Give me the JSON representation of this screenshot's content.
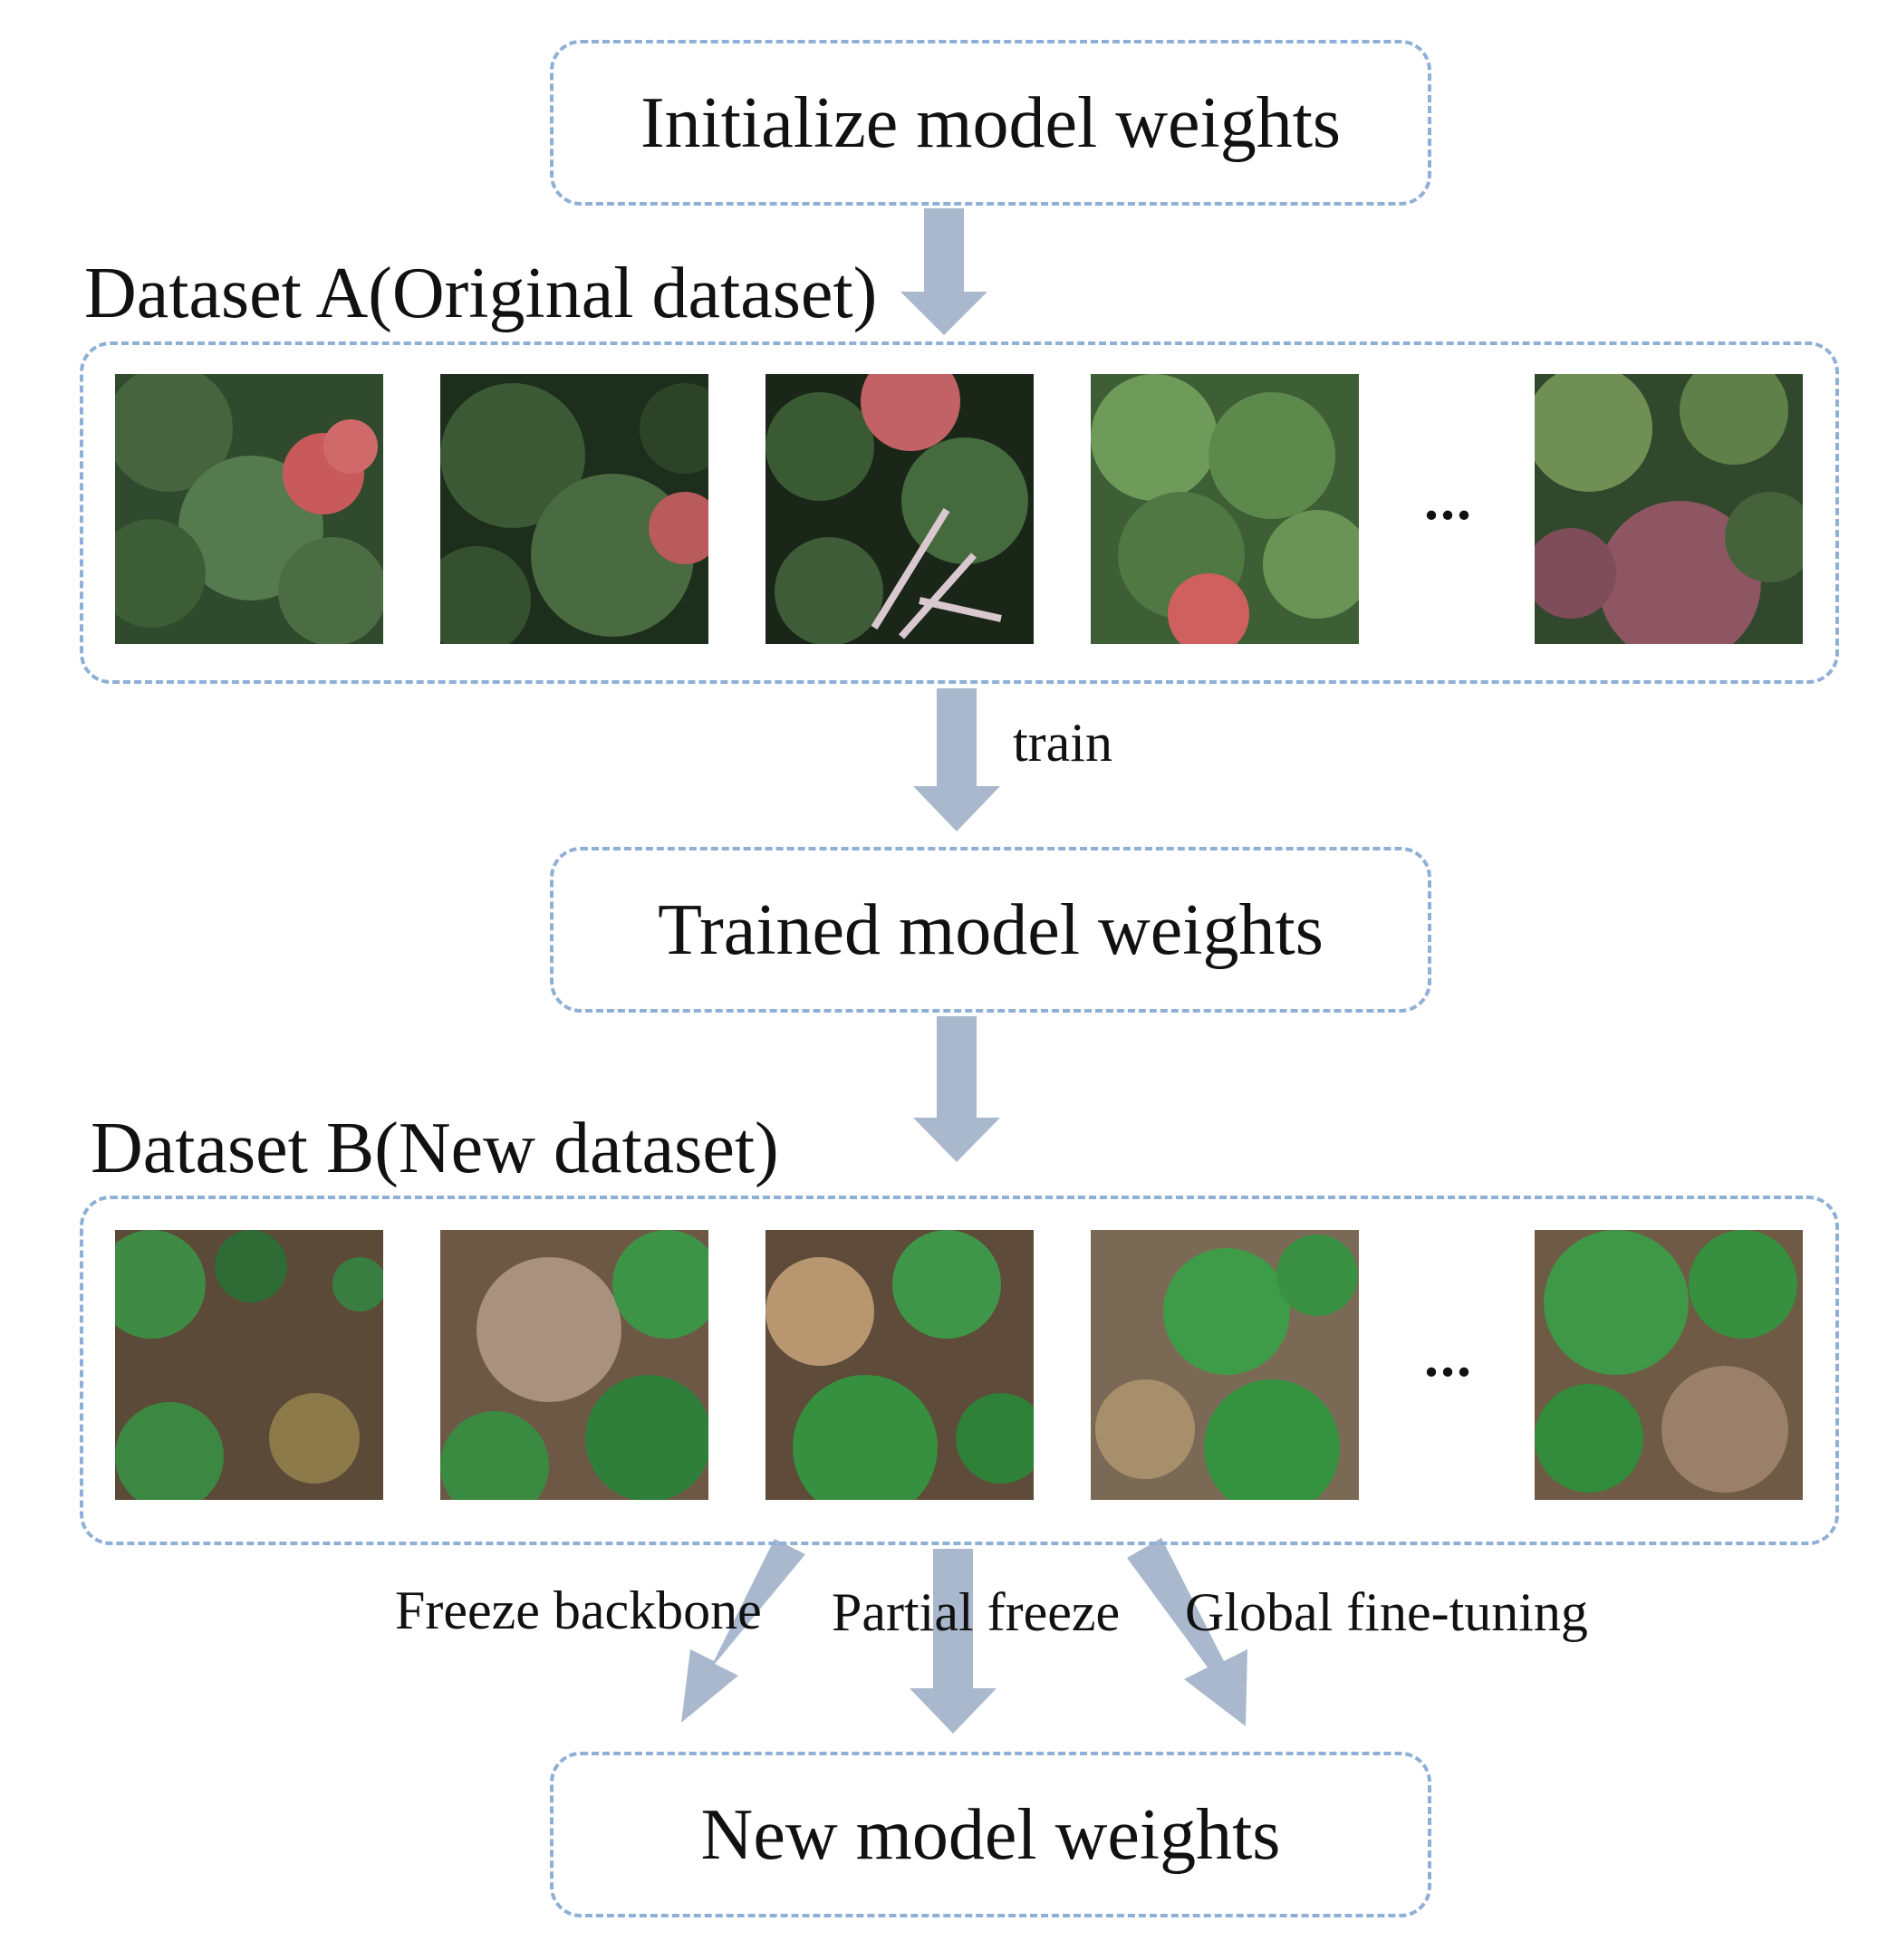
{
  "nodes": {
    "init": "Initialize model weights",
    "trained": "Trained model weights",
    "new": "New model weights"
  },
  "datasets": {
    "a_title": "Dataset A(Original dataset)",
    "b_title": "Dataset B(New dataset)",
    "ellipsis": "..."
  },
  "edges": {
    "train": "train",
    "freeze_backbone": "Freeze backbone",
    "partial_freeze": "Partial freeze",
    "global_fine_tuning": "Global fine-tuning"
  },
  "colors": {
    "dash": "#8fb0d6",
    "arrow": "#a9b8cc"
  }
}
